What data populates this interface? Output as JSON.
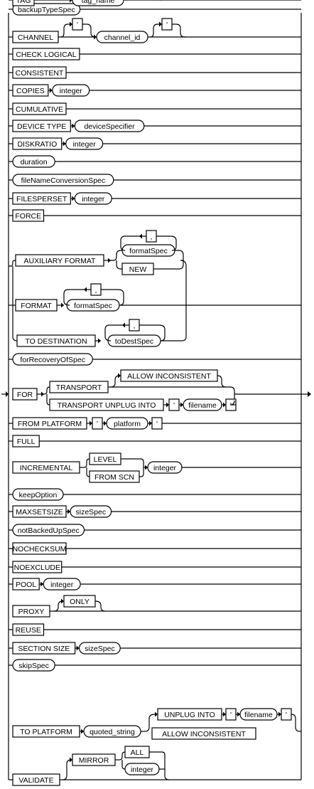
{
  "diagram": {
    "main_rows": [
      {
        "kind": "nonterminal",
        "text": "backupTypeSpec"
      },
      {
        "kind": "channel",
        "keyword": "CHANNEL",
        "quote": "'",
        "value": "channel_id"
      },
      {
        "kind": "keyword",
        "text": "CHECK LOGICAL"
      },
      {
        "kind": "keyword",
        "text": "CONSISTENT"
      },
      {
        "kind": "keyword_arg",
        "keyword": "COPIES",
        "arg": "integer"
      },
      {
        "kind": "keyword",
        "text": "CUMULATIVE"
      },
      {
        "kind": "keyword_arg",
        "keyword": "DEVICE TYPE",
        "arg": "deviceSpecifier"
      },
      {
        "kind": "keyword_arg",
        "keyword": "DISKRATIO",
        "arg": "integer"
      },
      {
        "kind": "nonterminal",
        "text": "duration"
      },
      {
        "kind": "nonterminal",
        "text": "fileNameConversionSpec"
      },
      {
        "kind": "keyword_arg",
        "keyword": "FILESPERSET",
        "arg": "integer"
      },
      {
        "kind": "keyword",
        "text": "FORCE"
      },
      {
        "kind": "format_group"
      },
      {
        "kind": "nonterminal",
        "text": "forRecoveryOfSpec"
      },
      {
        "kind": "for_group"
      },
      {
        "kind": "from_platform",
        "keyword": "FROM PLATFORM",
        "quote": "'",
        "value": "platform"
      },
      {
        "kind": "keyword",
        "text": "FULL"
      },
      {
        "kind": "incremental_group"
      },
      {
        "kind": "nonterminal",
        "text": "keepOption"
      },
      {
        "kind": "keyword_arg",
        "keyword": "MAXSETSIZE",
        "arg": "sizeSpec"
      },
      {
        "kind": "nonterminal",
        "text": "notBackedUpSpec"
      },
      {
        "kind": "keyword",
        "text": "NOCHECKSUM"
      },
      {
        "kind": "keyword",
        "text": "NOEXCLUDE"
      },
      {
        "kind": "keyword_arg",
        "keyword": "POOL",
        "arg": "integer"
      },
      {
        "kind": "proxy_group"
      },
      {
        "kind": "keyword",
        "text": "REUSE"
      },
      {
        "kind": "keyword_arg",
        "keyword": "SECTION SIZE",
        "arg": "sizeSpec"
      },
      {
        "kind": "nonterminal",
        "text": "skipSpec"
      },
      {
        "kind": "tag",
        "keyword": "TAG",
        "quote": "'",
        "value": "tag_name"
      },
      {
        "kind": "to_platform_group"
      },
      {
        "kind": "validate_group"
      }
    ],
    "format_group": {
      "auxiliary_format": "AUXILIARY FORMAT",
      "format_spec": "formatSpec",
      "new": "NEW",
      "format": "FORMAT",
      "to_destination": "TO DESTINATION",
      "to_dest_spec": "toDestSpec",
      "separator": ","
    },
    "for_group": {
      "for": "FOR",
      "transport": "TRANSPORT",
      "allow_inconsistent": "ALLOW INCONSISTENT",
      "transport_unplug_into": "TRANSPORT UNPLUG INTO",
      "quote": "'",
      "filename": "filename"
    },
    "incremental_group": {
      "incremental": "INCREMENTAL",
      "level": "LEVEL",
      "from_scn": "FROM SCN",
      "integer": "integer"
    },
    "proxy_group": {
      "proxy": "PROXY",
      "only": "ONLY"
    },
    "to_platform_group": {
      "to_platform": "TO PLATFORM",
      "quoted_string": "quoted_string",
      "unplug_into": "UNPLUG INTO",
      "quote": "'",
      "filename": "filename",
      "allow_inconsistent": "ALLOW INCONSISTENT"
    },
    "validate_group": {
      "validate": "VALIDATE",
      "mirror": "MIRROR",
      "all": "ALL",
      "integer": "integer"
    }
  }
}
